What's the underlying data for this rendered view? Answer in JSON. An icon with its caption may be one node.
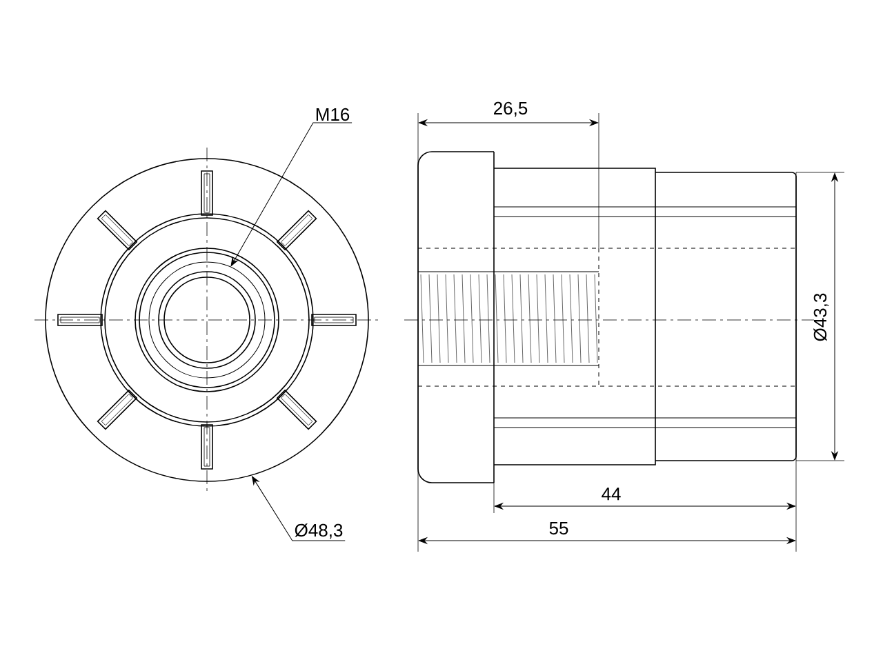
{
  "diagram": {
    "nodes": [
      {
        "text": [
          "M16"
        ]
      },
      {
        "text": [],
        "shape": "circle",
        "in": 3
      },
      {
        "text": [
          "Ø48,3"
        ]
      },
      {
        "text": [],
        "shape": "circle"
      }
    ],
    "edges": [
      {
        "from": 0,
        "to": 1,
        "arrow": "to"
      },
      {
        "from": 2,
        "to": 3,
        "arrow": "to"
      }
    ],
    "labels": [
      "26,5",
      "Ø43,3",
      "44",
      "55"
    ]
  }
}
